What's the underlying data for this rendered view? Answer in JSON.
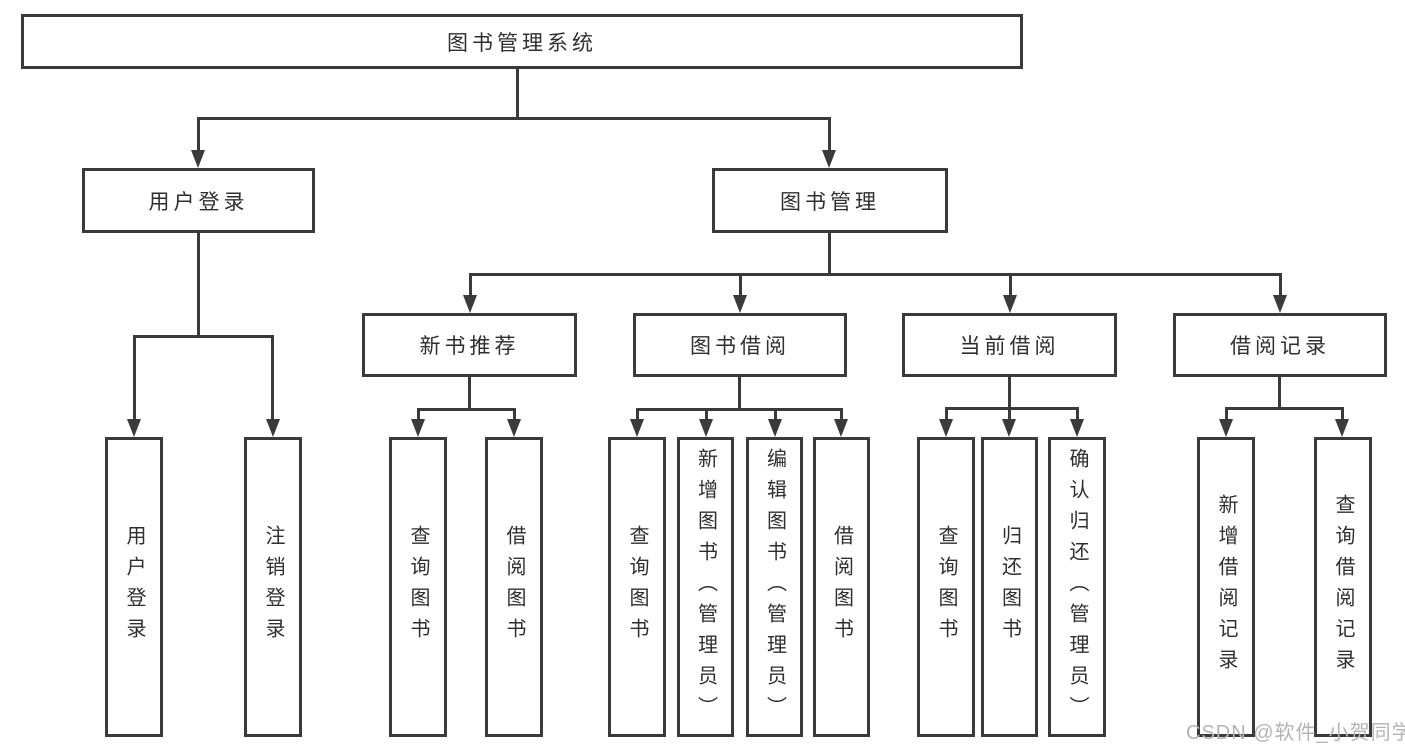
{
  "diagram": {
    "title_node": {
      "label": "图书管理系统"
    },
    "level2": [
      {
        "label": "用户登录"
      },
      {
        "label": "图书管理"
      }
    ],
    "level3": [
      {
        "label": "新书推荐"
      },
      {
        "label": "图书借阅"
      },
      {
        "label": "当前借阅"
      },
      {
        "label": "借阅记录"
      }
    ],
    "leaves": {
      "user_login": [
        "用户登录",
        "注销登录"
      ],
      "new_book": [
        "查询图书",
        "借阅图书"
      ],
      "borrow": [
        "查询图书",
        "新增图书（管理员）",
        "编辑图书（管理员）",
        "借阅图书"
      ],
      "current": [
        "查询图书",
        "归还图书",
        "确认归还（管理员）"
      ],
      "records": [
        "新增借阅记录",
        "查询借阅记录"
      ]
    },
    "colors": {
      "line": "#3a3a3a",
      "text": "#2f2f2f",
      "watermark": "#b4b4b4",
      "background": "#ffffff"
    },
    "watermark": "CSDN @软件_小贺同学"
  }
}
